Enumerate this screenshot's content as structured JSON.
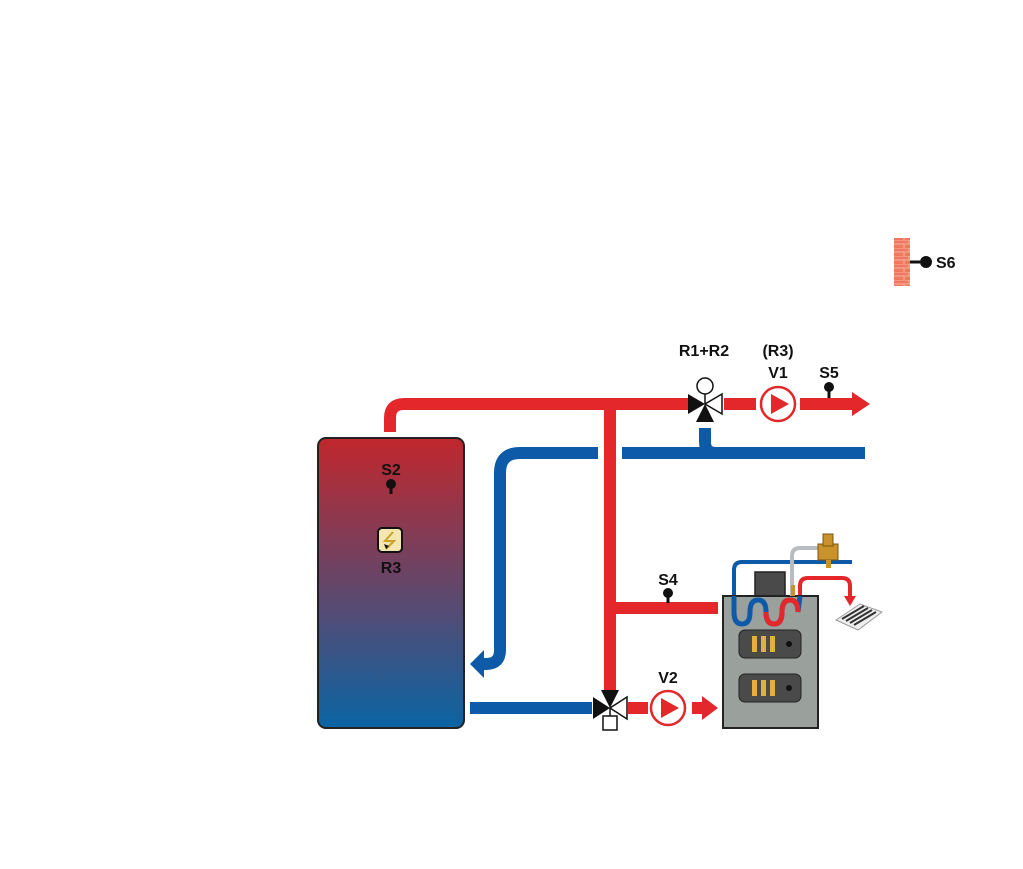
{
  "labels": {
    "s2": "S2",
    "r3": "R3",
    "s4": "S4",
    "s5": "S5",
    "s6": "S6",
    "v1": "V1",
    "v1_output": "(R3)",
    "v2": "V2",
    "valve_top": "R1+R2"
  },
  "colors": {
    "hot": "#e3272b",
    "cold": "#0d5aa8",
    "tank_top": "#c1272d",
    "tank_bottom": "#0a64a4",
    "boiler": "#9aa09c",
    "brick": "#f07860",
    "sensor": "#111111",
    "heater_icon": "#f3e6b0"
  },
  "icons": {
    "heater": "lightning-icon",
    "sensor": "temperature-sensor-icon",
    "pump": "pump-icon",
    "valve": "three-way-valve-icon",
    "boiler": "boiler-icon",
    "radiator": "radiator-icon",
    "wall": "outdoor-wall-icon"
  }
}
